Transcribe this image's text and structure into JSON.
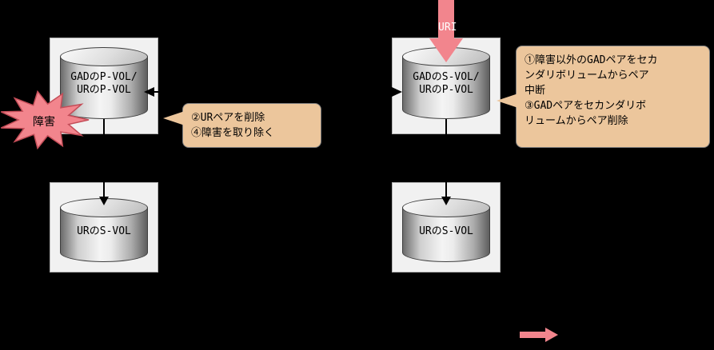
{
  "diagram": {
    "background_color": "#000000",
    "volumes": {
      "top_left": {
        "line1": "GADのP-VOL/",
        "line2": "URのP-VOL"
      },
      "top_right": {
        "line1": "GADのS-VOL/",
        "line2": "URのP-VOL"
      },
      "bottom_left": {
        "label": "URのS-VOL"
      },
      "bottom_right": {
        "label": "URのS-VOL"
      }
    },
    "burst_label": "障害",
    "io_arrow_label": "URI",
    "callout_left": {
      "line1": "②URペアを削除",
      "line2": "④障害を取り除く"
    },
    "callout_right": {
      "line1": "①障害以外のGADペアをセカ",
      "line2": "ンダリボリュームからペア",
      "line3": "中断",
      "line4": "③GADペアをセカンダリボ",
      "line5": "リュームからペア削除"
    },
    "colors": {
      "box_fill": "#f1f1f1",
      "box_border": "#b3b3b3",
      "callout_fill": "#ecc69c",
      "callout_border": "#7f7f7f",
      "accent_pink": "#f2858d",
      "burst_stroke": "#c44d58",
      "line_color": "#000000",
      "io_label_color": "#ffffff"
    }
  }
}
